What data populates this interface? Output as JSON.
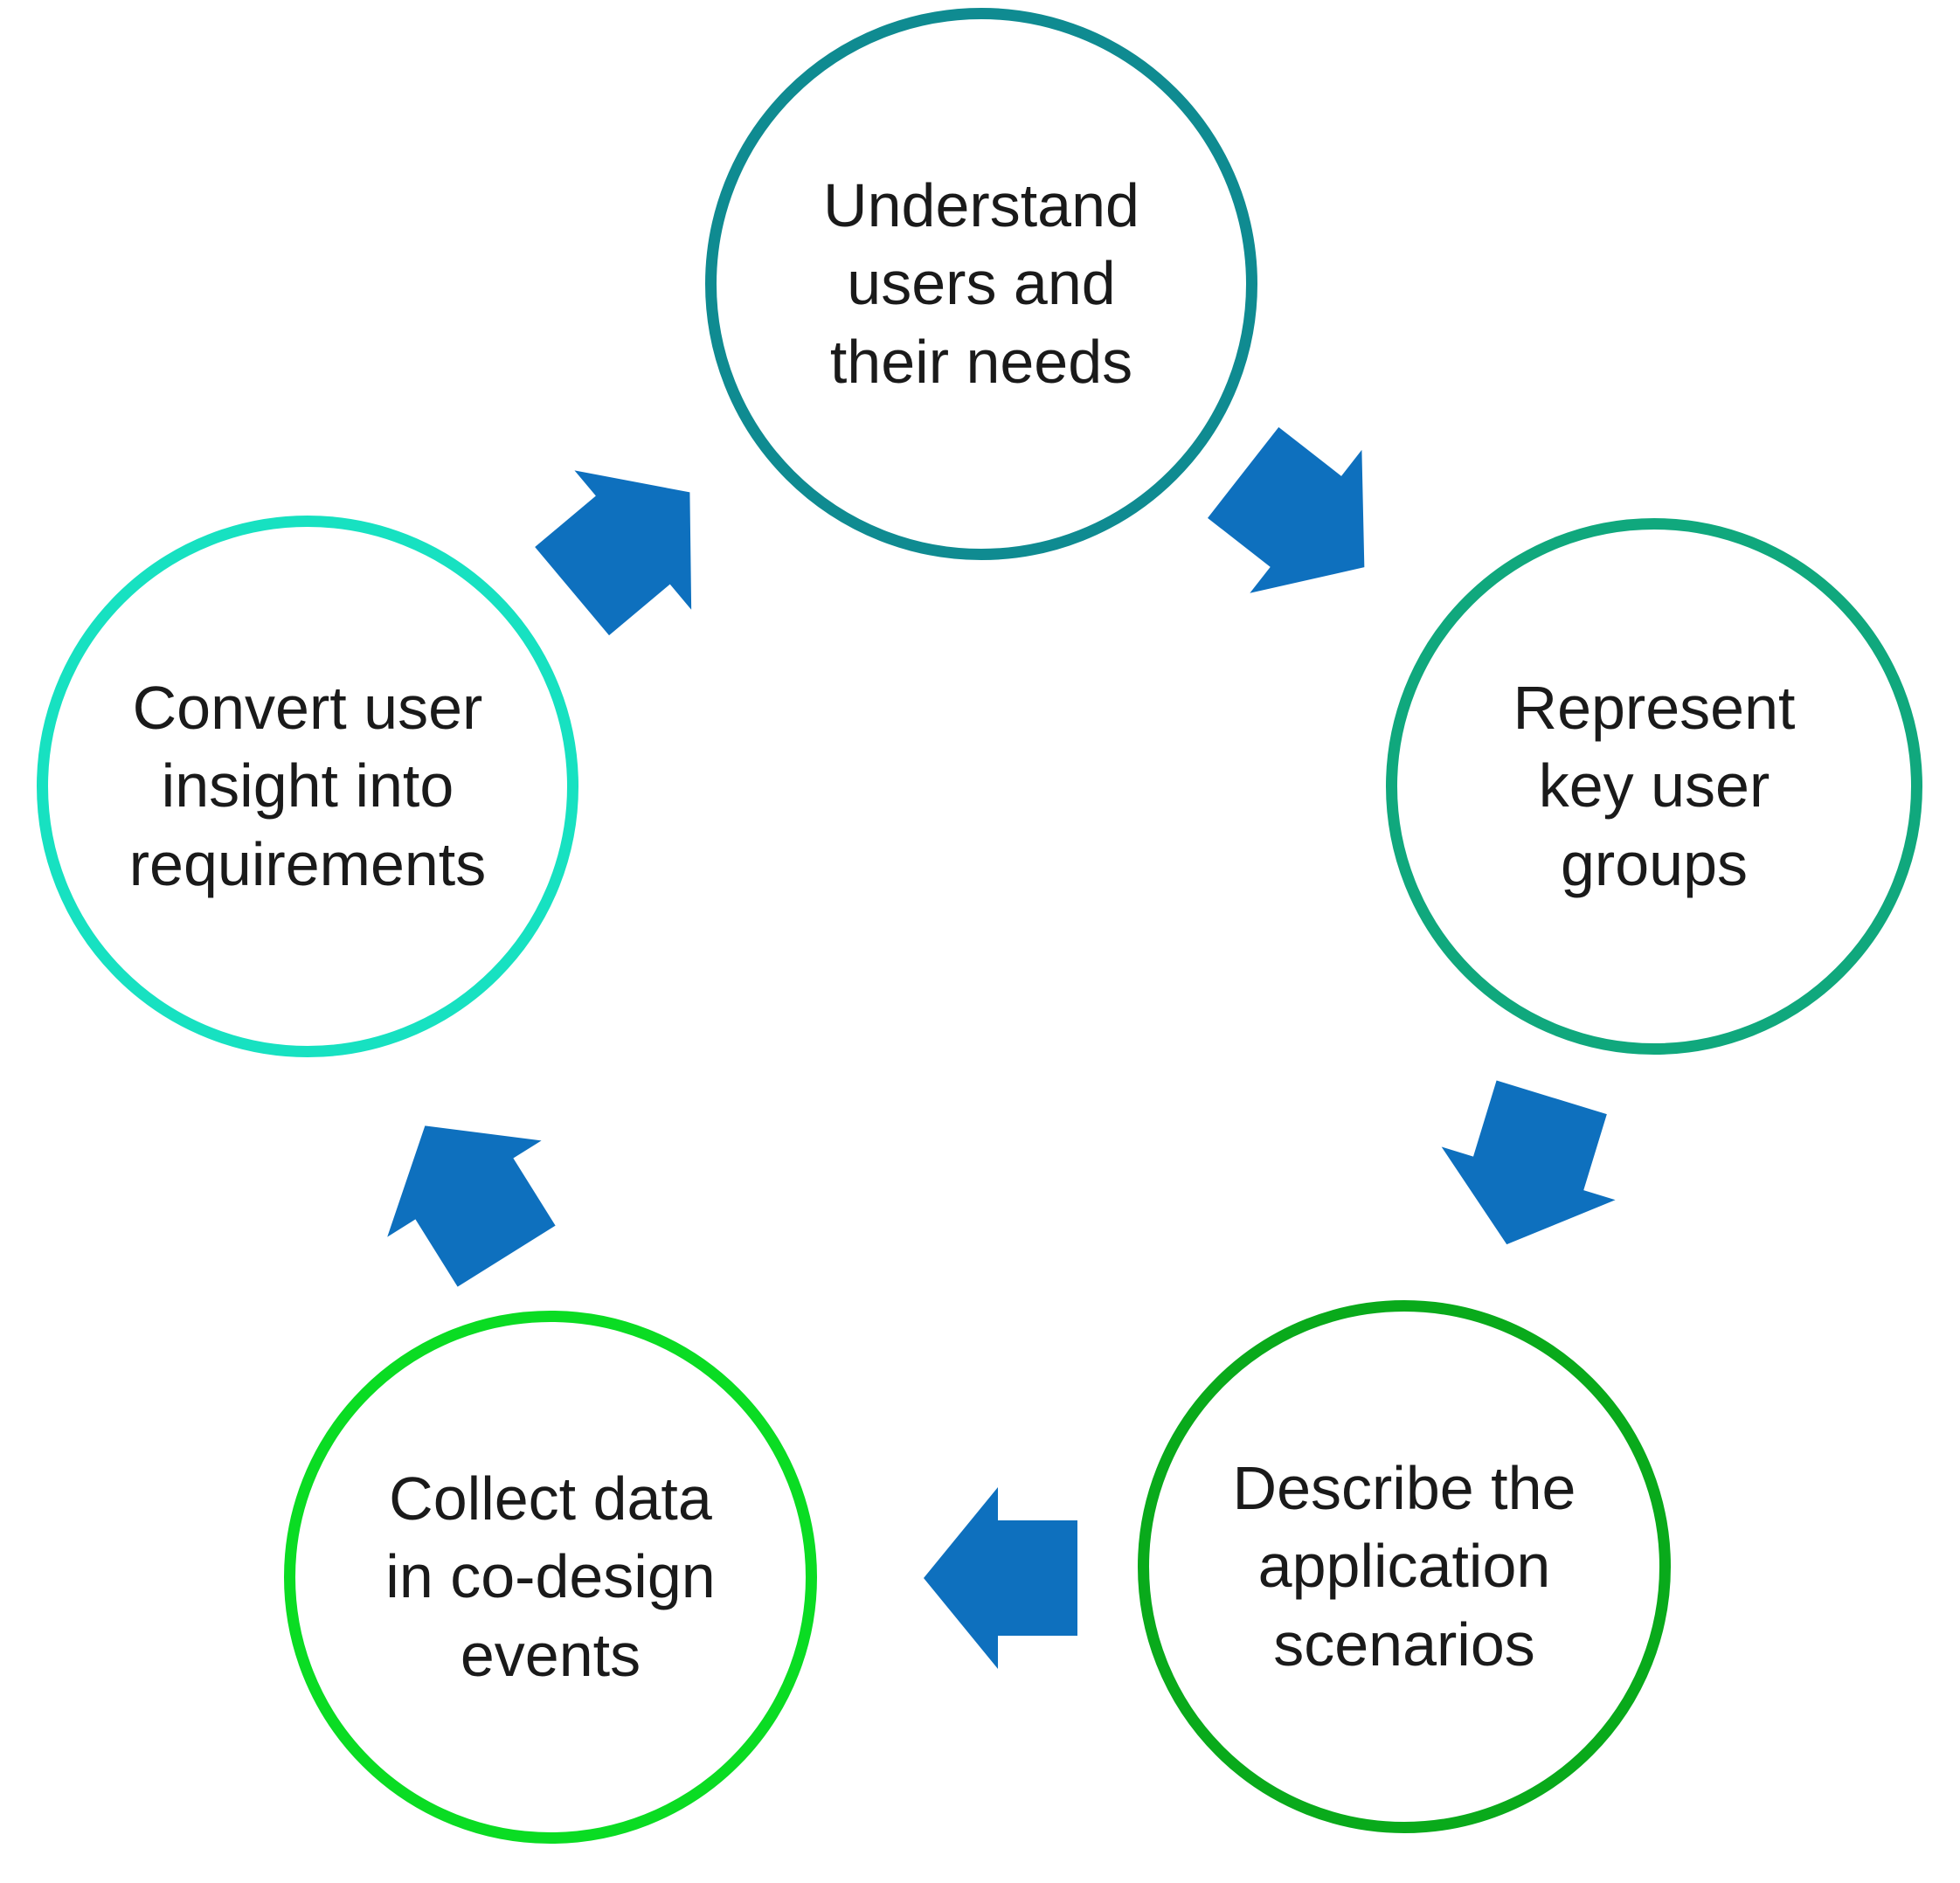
{
  "figure": {
    "type": "cycle-diagram",
    "arrow_color": "#0E70BE",
    "text_color": "#1a1a1a",
    "steps": [
      {
        "id": 1,
        "label": "Understand users and their needs",
        "lines": [
          "Understand",
          "users and",
          "their needs"
        ],
        "border_color": "#0F8B91"
      },
      {
        "id": 2,
        "label": "Represent key user groups",
        "lines": [
          "Represent",
          "key user",
          "groups"
        ],
        "border_color": "#10A87D"
      },
      {
        "id": 3,
        "label": "Describe the application scenarios",
        "lines": [
          "Describe the",
          "application",
          "scenarios"
        ],
        "border_color": "#09AA1B"
      },
      {
        "id": 4,
        "label": "Collect data in co-design events",
        "lines": [
          "Collect data",
          "in co-design",
          "events"
        ],
        "border_color": "#0ADC23"
      },
      {
        "id": 5,
        "label": "Convert user insight into requirements",
        "lines": [
          "Convert user",
          "insight into",
          "requirements"
        ],
        "border_color": "#17E1C1"
      }
    ],
    "arrows": [
      {
        "from": 5,
        "to": 1
      },
      {
        "from": 1,
        "to": 2
      },
      {
        "from": 2,
        "to": 3
      },
      {
        "from": 3,
        "to": 4
      },
      {
        "from": 4,
        "to": 5
      }
    ]
  }
}
